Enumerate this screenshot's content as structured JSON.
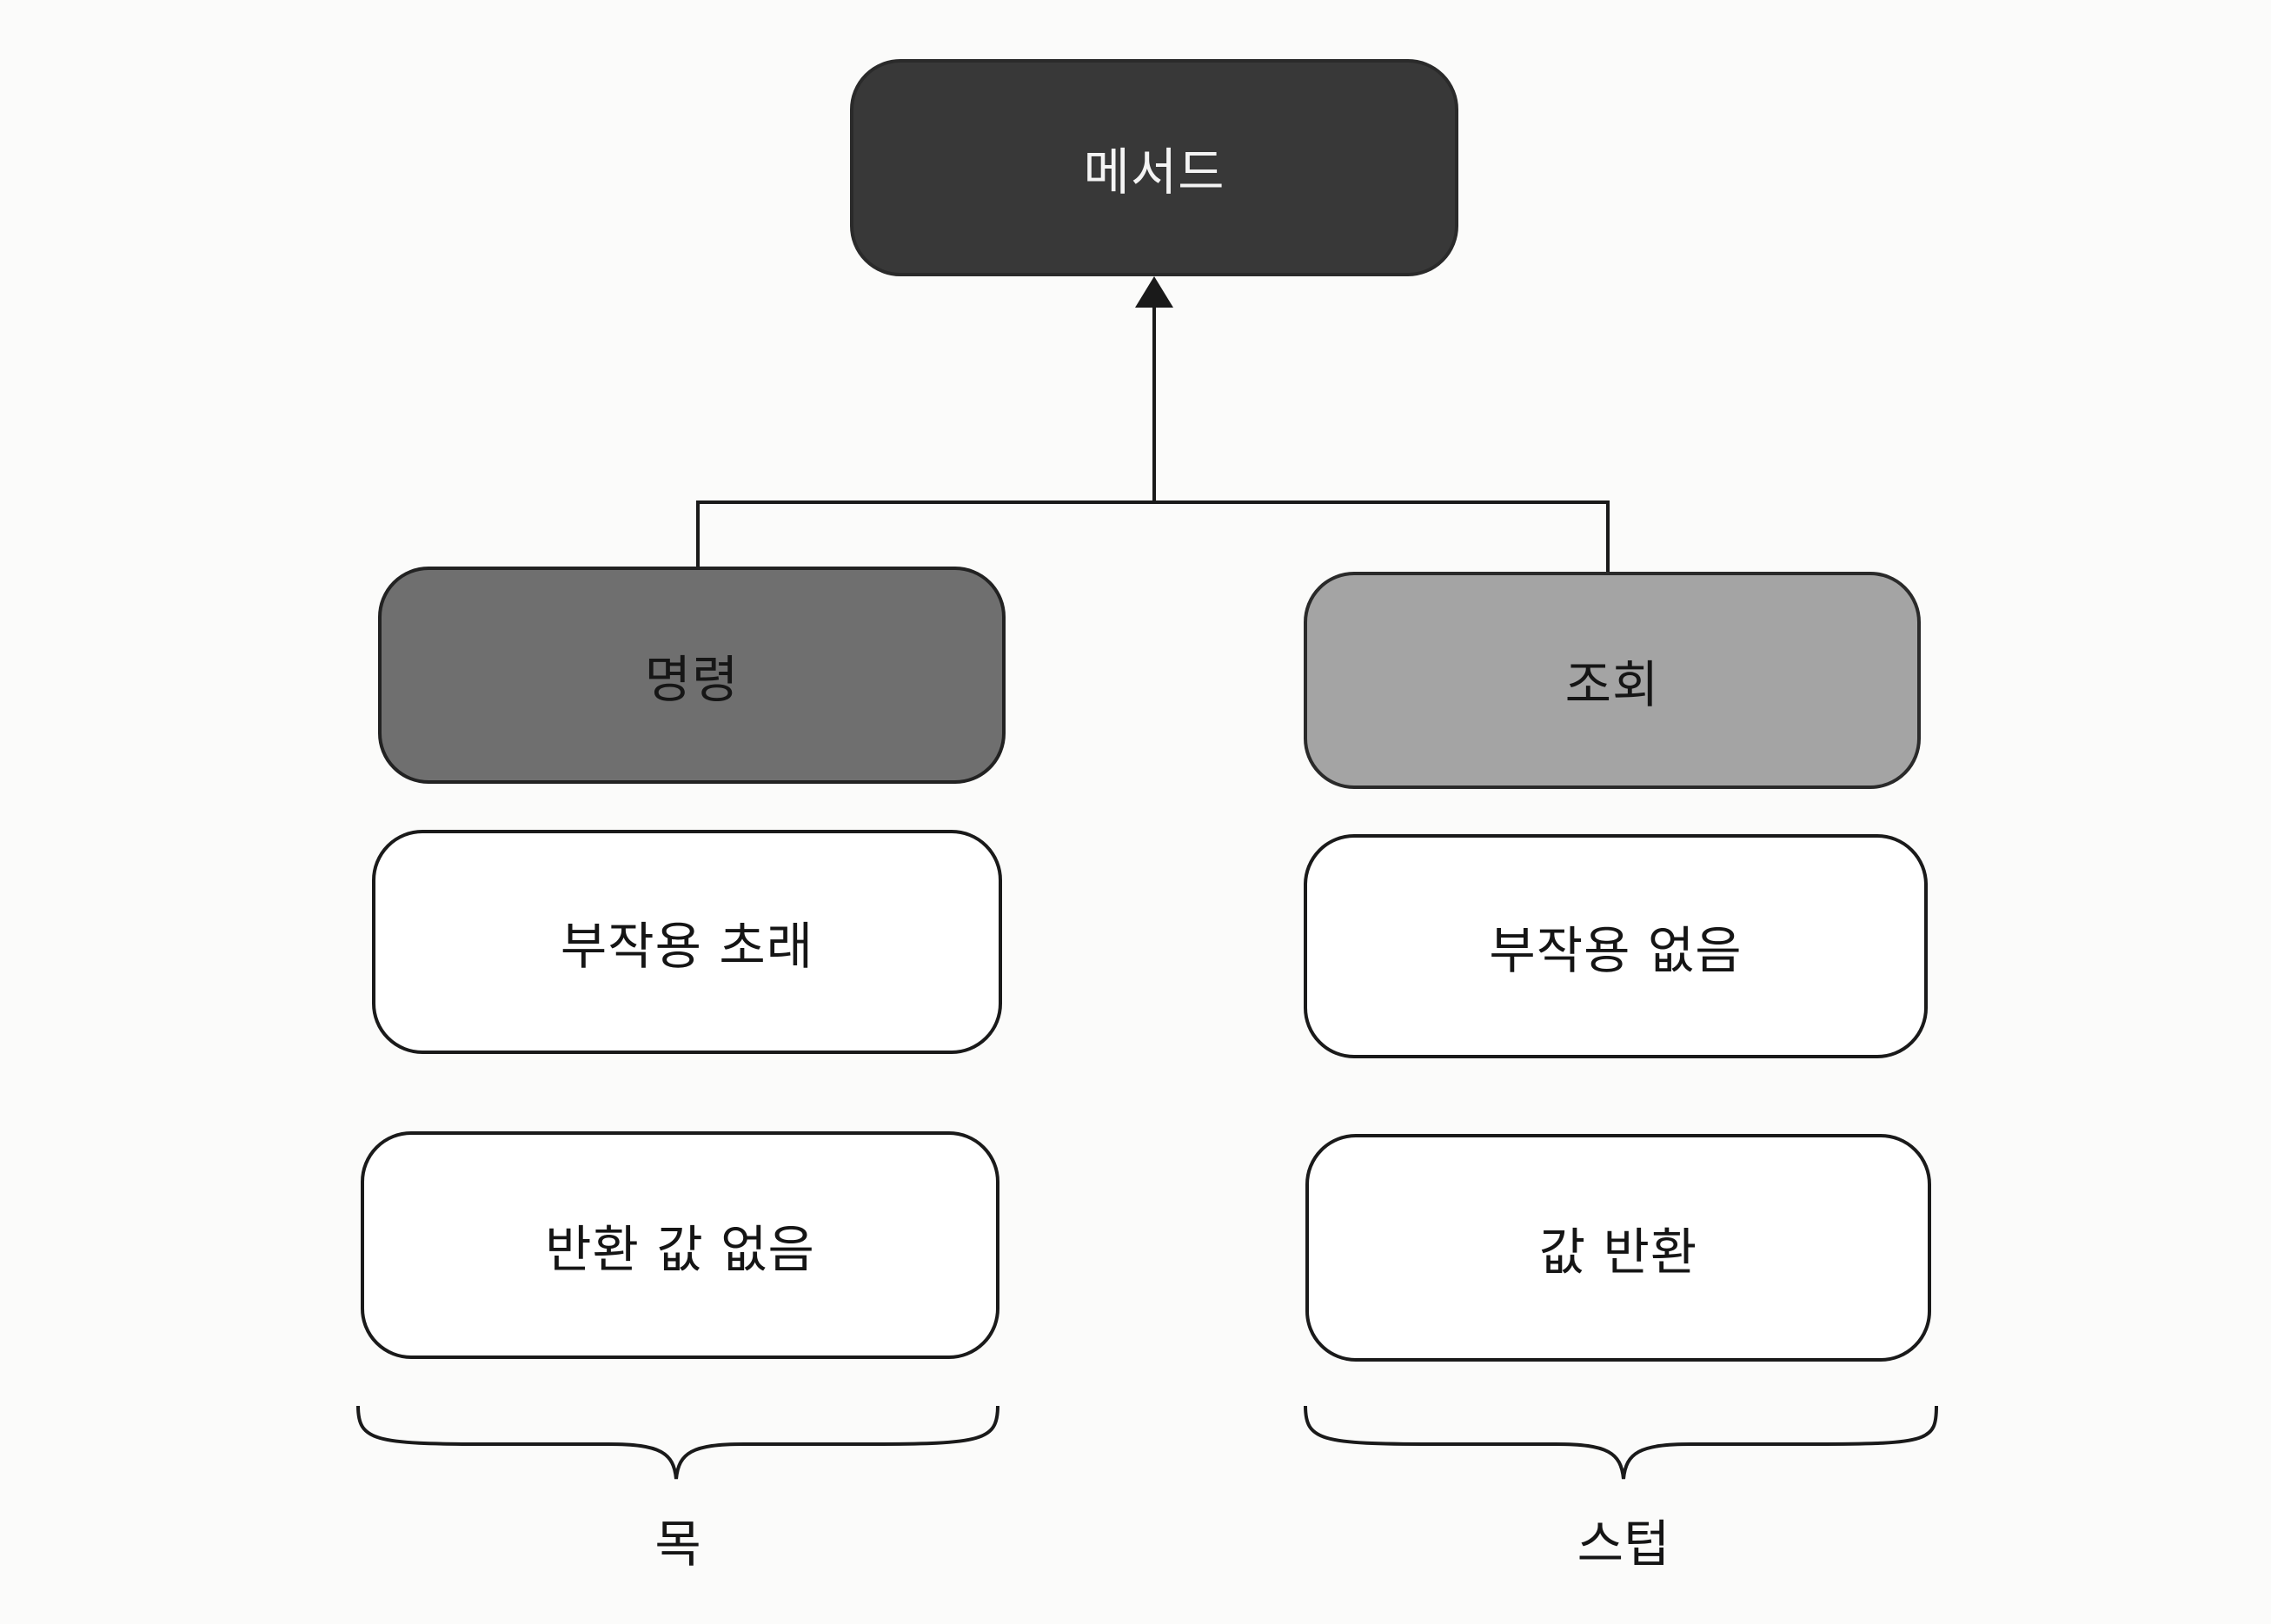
{
  "diagram": {
    "root": {
      "label": "메서드"
    },
    "categories": [
      {
        "label": "명령",
        "properties": [
          "부작용 초래",
          "반환 값 없음"
        ],
        "group_label": "목"
      },
      {
        "label": "조회",
        "properties": [
          "부작용 없음",
          "값 반환"
        ],
        "group_label": "스텁"
      }
    ],
    "colors": {
      "root_fill": "#383838",
      "command_fill": "#6f6f6f",
      "query_fill": "#a4a4a4",
      "property_fill": "#ffffff",
      "line": "#1a1a1a"
    }
  }
}
